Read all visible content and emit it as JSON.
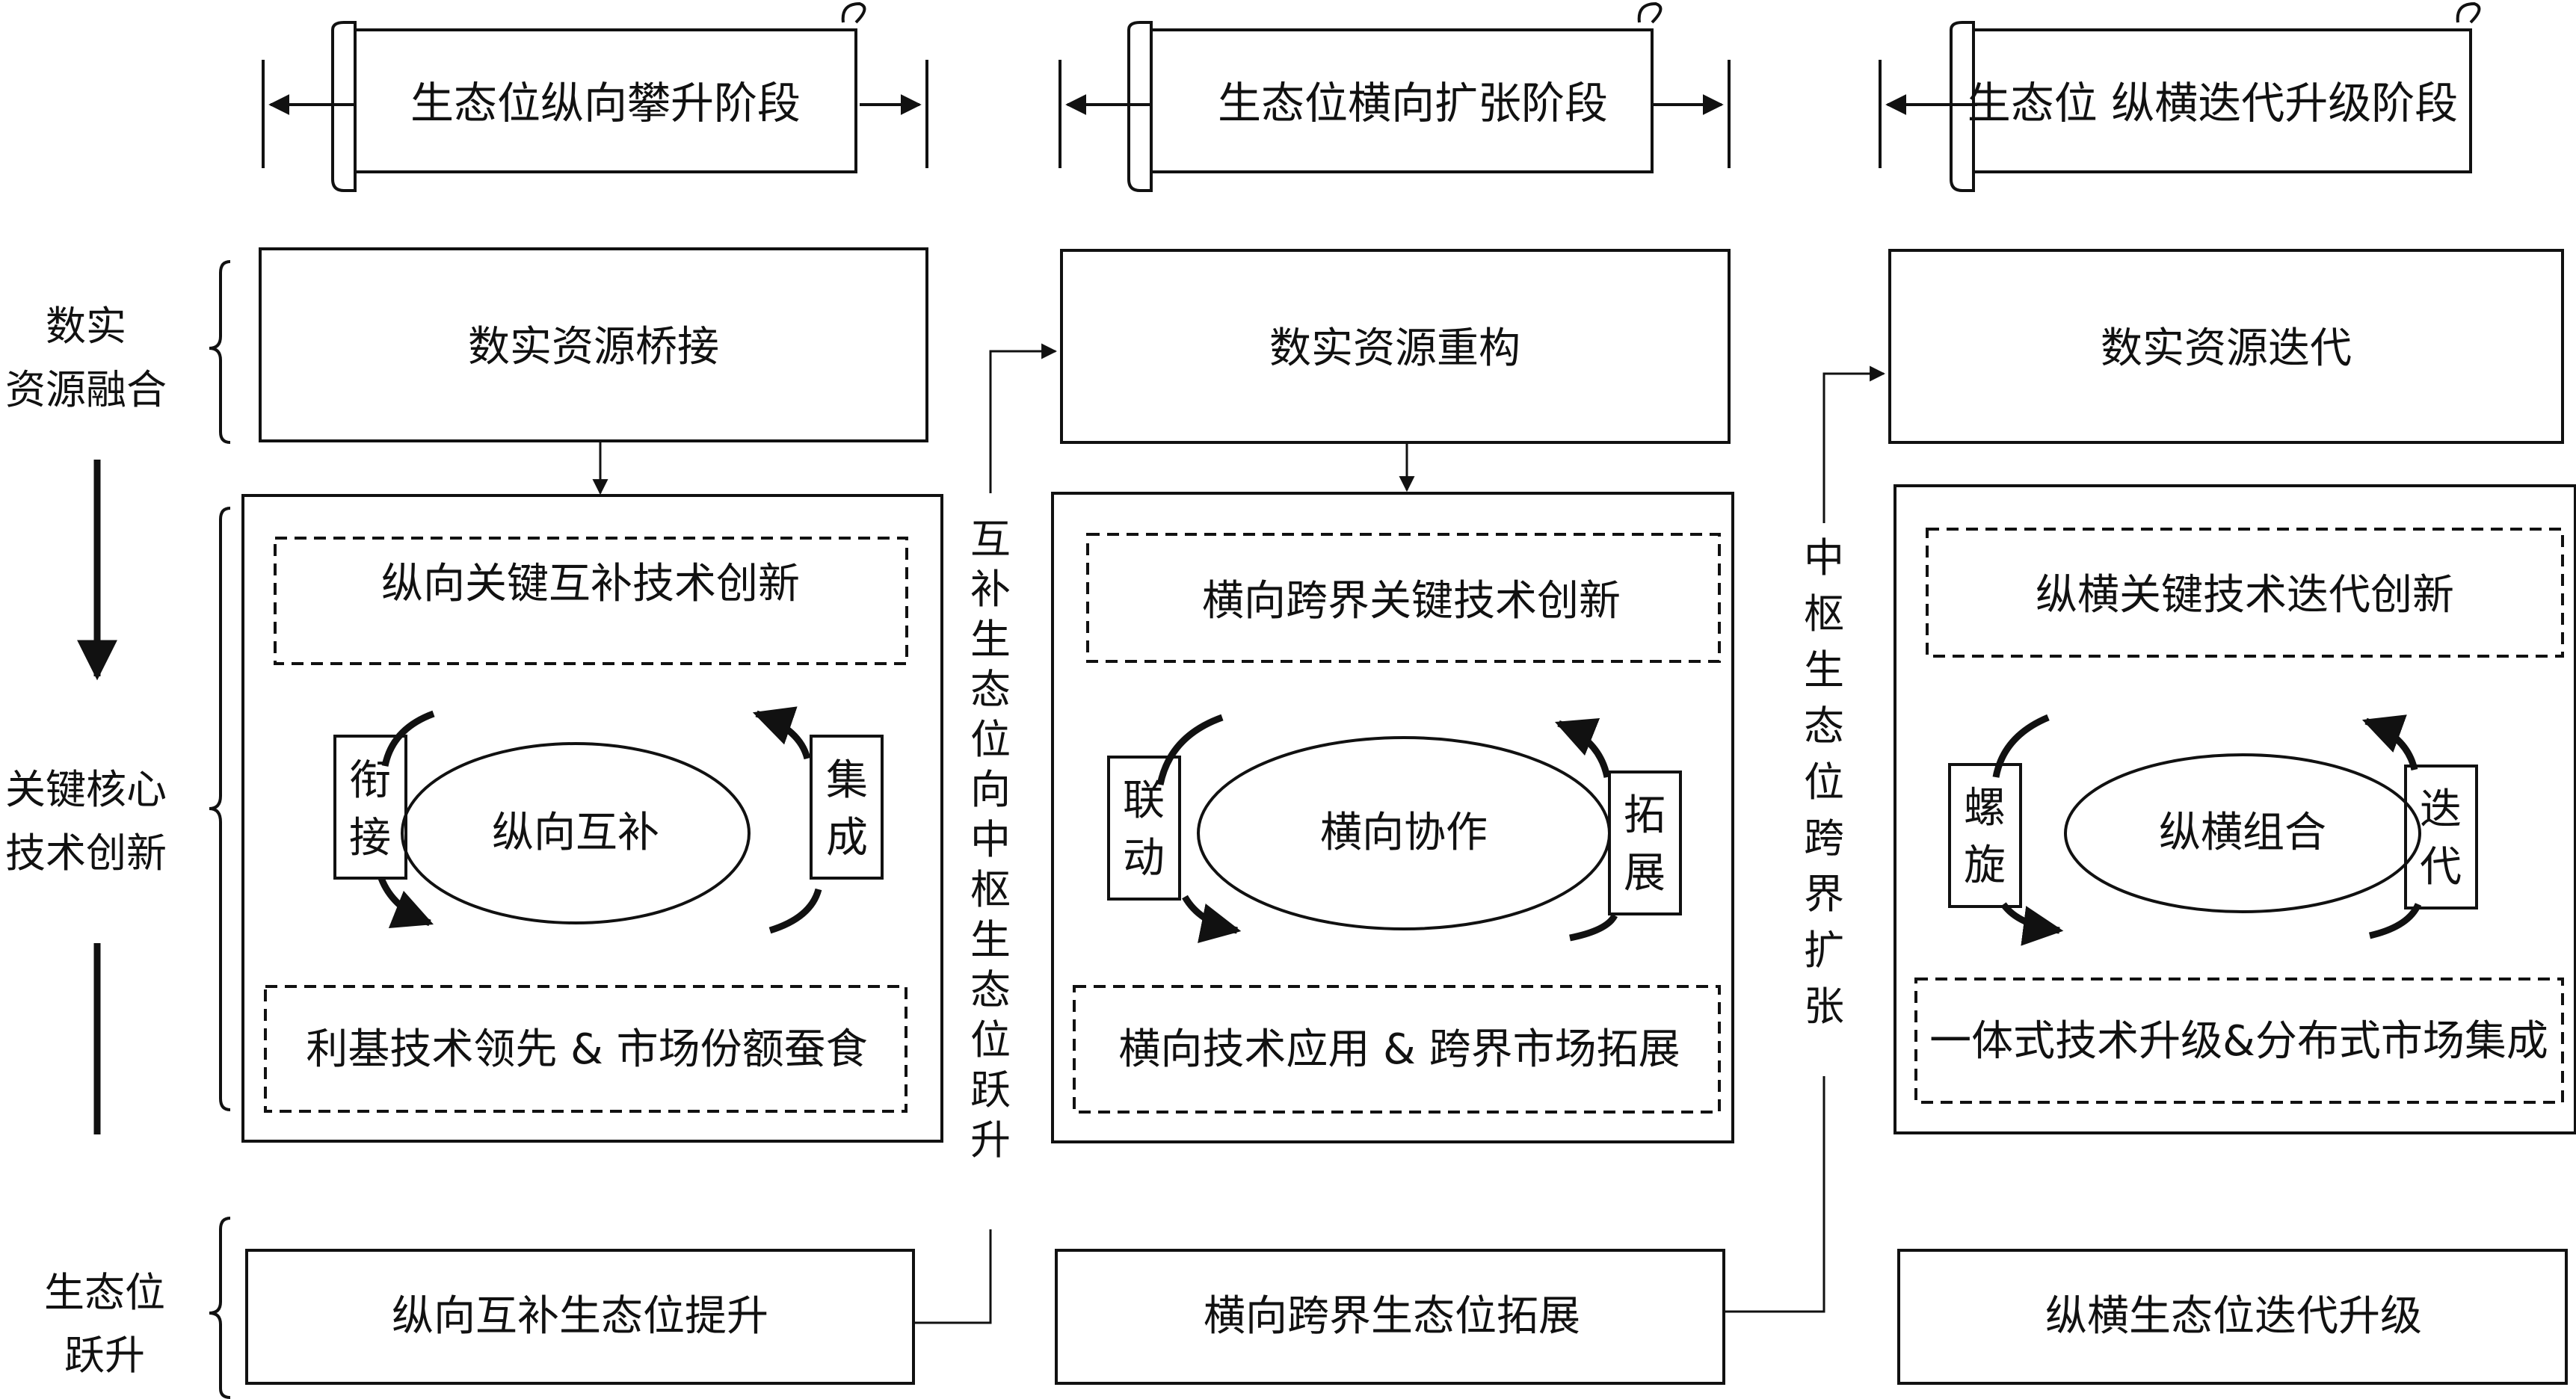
{
  "stages": [
    "生态位纵向攀升阶段",
    "生态位横向扩张阶段",
    "生态位 纵横迭代升级阶段"
  ],
  "side_labels": {
    "resource_fusion": [
      "数实",
      "资源融合"
    ],
    "core_tech": [
      "关键核心",
      "技术创新"
    ],
    "niche_leap": [
      "生态位",
      "跃升"
    ]
  },
  "columns": [
    {
      "resource": "数实资源桥接",
      "innovation": "纵向关键互补技术创新",
      "center": "纵向互补",
      "left_tag": [
        "衔",
        "接"
      ],
      "right_tag": [
        "集",
        "成"
      ],
      "outcome": "利基技术领先 & 市场份额蚕食",
      "niche": "纵向互补生态位提升"
    },
    {
      "resource": "数实资源重构",
      "innovation": "横向跨界关键技术创新",
      "center": "横向协作",
      "left_tag": [
        "联",
        "动"
      ],
      "right_tag": [
        "拓",
        "展"
      ],
      "outcome": "横向技术应用 & 跨界市场拓展",
      "niche": "横向跨界生态位拓展"
    },
    {
      "resource": "数实资源迭代",
      "innovation": "纵横关键技术迭代创新",
      "center": "纵横组合",
      "left_tag": [
        "螺",
        "旋"
      ],
      "right_tag": [
        "迭",
        "代"
      ],
      "outcome": "一体式技术升级&分布式市场集成",
      "niche": "纵横生态位迭代升级"
    }
  ],
  "transitions": [
    {
      "chars": [
        "互",
        "补",
        "生",
        "态",
        "位",
        "向",
        "中",
        "枢",
        "生",
        "态",
        "位",
        "跃",
        "升"
      ]
    },
    {
      "chars": [
        "中",
        "枢",
        "生",
        "态",
        "位",
        "跨",
        "界",
        "扩",
        "张"
      ]
    }
  ]
}
